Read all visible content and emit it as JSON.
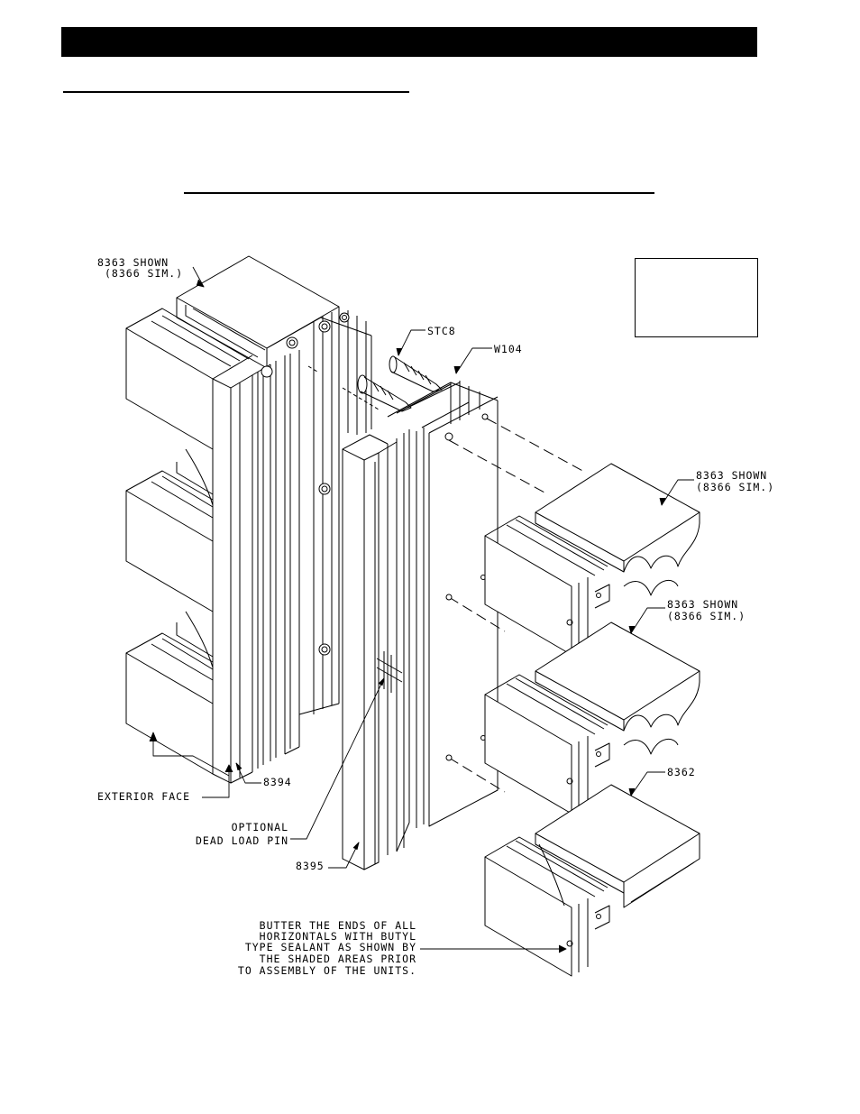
{
  "labels": {
    "top_mullion_part": "8363 SHOWN",
    "top_mullion_sim": "(8366 SIM.)",
    "screw": "STC8",
    "washer": "W104",
    "horiz_1_part": "8363 SHOWN",
    "horiz_1_sim": "(8366 SIM.)",
    "horiz_2_part": "8363 SHOWN",
    "horiz_2_sim": "(8366 SIM.)",
    "horiz_3_part": "8362",
    "exterior_face": "EXTERIOR FACE",
    "part_8394": "8394",
    "optional_pin_1": "OPTIONAL",
    "optional_pin_2": "DEAD LOAD PIN",
    "part_8395": "8395",
    "note_1": "BUTTER THE ENDS OF ALL",
    "note_2": "HORIZONTALS WITH BUTYL",
    "note_3": "TYPE SEALANT AS SHOWN BY",
    "note_4": "THE SHADED AREAS PRIOR",
    "note_5": "TO ASSEMBLY OF THE UNITS."
  }
}
